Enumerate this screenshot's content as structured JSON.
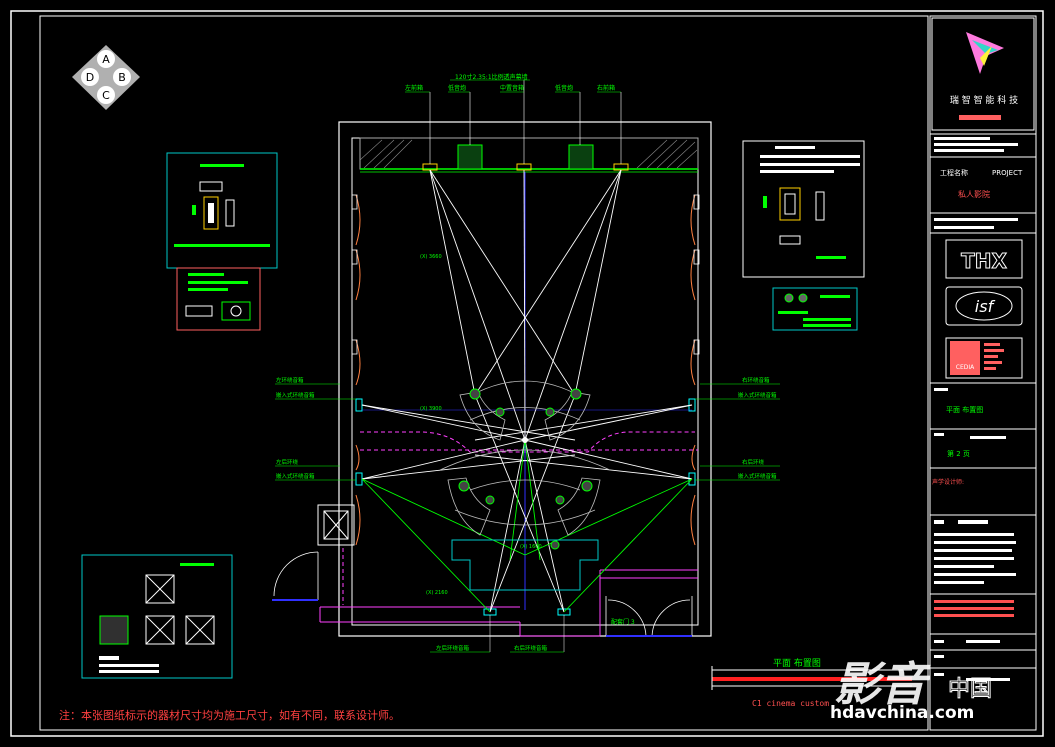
{
  "title_block": {
    "company": "瑞 智 智 能 科 技",
    "project_label": "工程名称",
    "project_label_en": "PROJECT",
    "project_name": "私人影院",
    "drawing_name": "平面  布置图",
    "page": "第 2 页",
    "notes_label": "声学设计师:"
  },
  "certifications": [
    "THX",
    "isf",
    "CEDIA"
  ],
  "compass": {
    "top": "A",
    "left": "D",
    "right": "B",
    "bottom": "C"
  },
  "plan_title": "平面  布置图",
  "plan_subtitle": "C1 cinema custom",
  "note": "注：本张图纸标示的器材尺寸均为施工尺寸，如有不同，联系设计师。",
  "watermark": {
    "brand": "影音",
    "brand2": "中国",
    "url": "hdavchina.com"
  },
  "front_labels": [
    "左前箱",
    "低音炮",
    "中置音箱",
    "低音炮",
    "右前箱"
  ],
  "screen_label": "120寸2.35:1比例透声幕墙",
  "side_labels_left": [
    "左环绕音箱",
    "左后环绕"
  ],
  "side_labels_right": [
    "右环绕音箱",
    "右后环绕"
  ],
  "rear_labels": [
    "左后环绕音箱",
    "右后环绕音箱"
  ],
  "dims": [
    "(X) 3660",
    "(X) 3900",
    "(X) 2160",
    "(X) 1600"
  ],
  "colors": {
    "frame": "#ffffff",
    "wall": "#ffffff",
    "speaker_lines": "#ffffff",
    "text": "#00ff00",
    "detail_frame": "#00c8c8",
    "dashed": "#ff40ff",
    "axis": "#3030ff",
    "note": "#ff4040"
  }
}
